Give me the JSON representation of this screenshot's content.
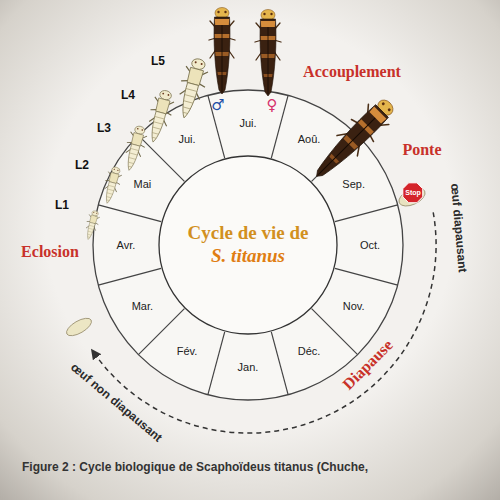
{
  "diagram": {
    "caption": "Figure 2 : Cycle biologique de Scaphoïdeus titanus (Chuche,",
    "nodes": [
      {
        "text": [
          "Cycle de vie de",
          "S. titanus"
        ]
      },
      {
        "text": [
          "Stop"
        ]
      }
    ],
    "labels": [
      "Jan.",
      "Fév.",
      "Mar.",
      "Avr.",
      "Mai",
      "Jui.",
      "Jui.",
      "Aoû.",
      "Sep.",
      "Oct.",
      "Nov.",
      "Déc.",
      "L1",
      "L2",
      "L3",
      "L4",
      "L5",
      "Eclosion",
      "Accouplement",
      "Ponte",
      "Diapause",
      "♂",
      "♀",
      "œuf diapausant",
      "œuf non diapausant"
    ]
  }
}
